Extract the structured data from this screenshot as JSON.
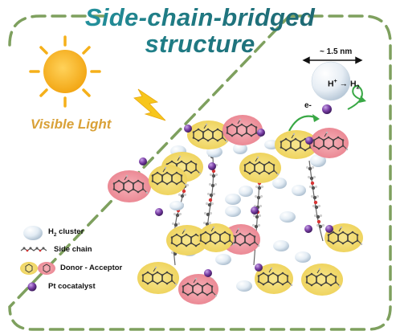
{
  "title": {
    "line1": "Side-chain-bridged",
    "line2": "structure"
  },
  "light_label": "Visible Light",
  "size_label": "~ 1.5 nm",
  "reaction": {
    "reactant": "H",
    "reactant_charge": "+",
    "arrow": "→",
    "product": "H",
    "product_subscript": "2"
  },
  "electron_label": "e-",
  "legend": {
    "h2_cluster": {
      "text": "H",
      "sub": "2",
      "rest": " cluster"
    },
    "side_chain": "Side chain",
    "donor_acceptor": "Donor - Acceptor",
    "pt_cocatalyst": "Pt cocatalyst"
  },
  "colors": {
    "frame": "#7ea05e",
    "sun": "#f5b01a",
    "bolt": "#f7c61c",
    "donor": "#f3de6c",
    "acceptor": "#f09aa4",
    "pt": "#7a3fa6",
    "h2": "#d7e4ef",
    "arrow_green": "#39a845"
  },
  "icons": [
    "sun-icon",
    "lightning-bolt-icon",
    "curved-arrow-icon",
    "double-arrow-icon"
  ]
}
